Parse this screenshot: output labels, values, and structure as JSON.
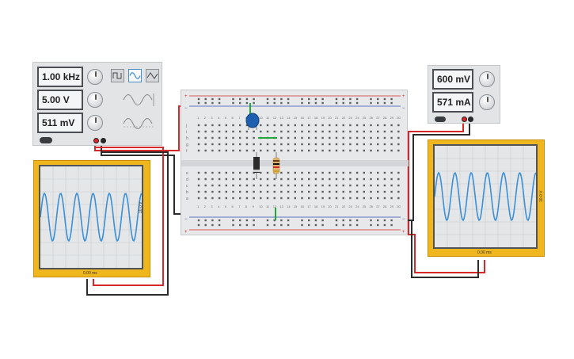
{
  "function_generator": {
    "frequency": "1.00 kHz",
    "amplitude": "5.00 V",
    "offset": "511 mV",
    "waveforms": [
      "square-wave-icon",
      "sine-wave-icon",
      "triangle-wave-icon"
    ],
    "selected_waveform": "sine"
  },
  "power_supply": {
    "voltage": "600 mV",
    "current": "571 mA"
  },
  "oscilloscope_left": {
    "time_per_div": "0.00 ms",
    "volts_per_div": "10.0 V"
  },
  "oscilloscope_right": {
    "time_per_div": "0.00 ms",
    "volts_per_div": "10.0 V"
  },
  "breadboard": {
    "columns": 30,
    "row_letters_top": [
      "j",
      "i",
      "h",
      "g",
      "f"
    ],
    "row_letters_bottom": [
      "e",
      "d",
      "c",
      "b",
      "a"
    ]
  },
  "colors": {
    "wire_red": "#d62828",
    "wire_black": "#2b2b2b",
    "wire_green": "#22a53a",
    "trace_blue": "#3d8fd6",
    "scope_body": "#f0b61d"
  }
}
